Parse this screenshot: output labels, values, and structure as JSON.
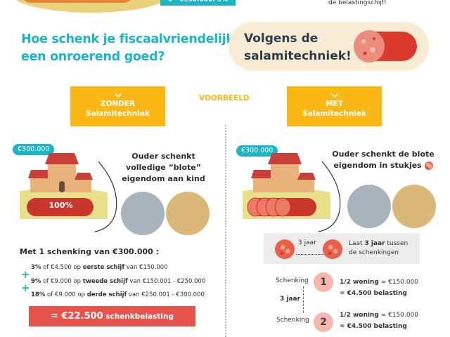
{
  "top": {
    "rate_badge": "0 - €150.000: 3%",
    "cut_text": "de belastingschijf!"
  },
  "heading": {
    "line1": "Hoe schenk je fiscaalvriendelijk",
    "line2": "een onroerend goed?"
  },
  "pill": {
    "line1": "Volgens de",
    "line2": "salamitechniek!"
  },
  "voorbeeld": "VOORBEELD",
  "left": {
    "header_line1": "ZONDER",
    "header_line2": "Salamitechniek",
    "value_badge": "€300.000",
    "salami_label": "100%",
    "bubble": [
      "Ouder schenkt",
      "volledige “blote”",
      "eigendom aan kind"
    ],
    "summary_title": "Met 1 schenking van €300.000 :",
    "lines": [
      {
        "pct": "3%",
        "mid": " of €4.500 op ",
        "bold": "eerste schijf",
        "end": " van €150.000"
      },
      {
        "pct": "9%",
        "mid": " of €9.000 op ",
        "bold": "tweede schijf",
        "end": " van €150.001 - €250.000"
      },
      {
        "pct": "18%",
        "mid": " of €9.000 op ",
        "bold": "derde schijf",
        "end": " van €250.001 - €300.000"
      }
    ],
    "plus": "+",
    "total_amount": "= €22.500",
    "total_label": " schenkbelasting"
  },
  "right": {
    "header_line1": "MET",
    "header_line2": "Salamitechniek",
    "value_badge": "€300.000",
    "bubble": [
      "Ouder schenkt de blote",
      "eigendom in stukjes"
    ],
    "gap_label": "3 jaar",
    "tip_pre": "Laat ",
    "tip_bold": "3 jaar",
    "tip_post": " tussen",
    "tip_line2": "de schenkingen",
    "donations": [
      {
        "label": "Schenking",
        "num": "1",
        "line1_bold": "1/2 woning",
        "line1": " = €150.000",
        "line2": "= €4.500 belasting"
      },
      {
        "label": "Schenking",
        "num": "2",
        "line1_bold": "1/2 woning",
        "line1": " = €150.000",
        "line2": "= €4.500 belasting"
      }
    ],
    "interval": "3 jaar"
  },
  "colors": {
    "teal": "#1bb5c8",
    "yellow": "#fbb714",
    "red": "#e5534b",
    "cream": "#f8ecd4"
  }
}
